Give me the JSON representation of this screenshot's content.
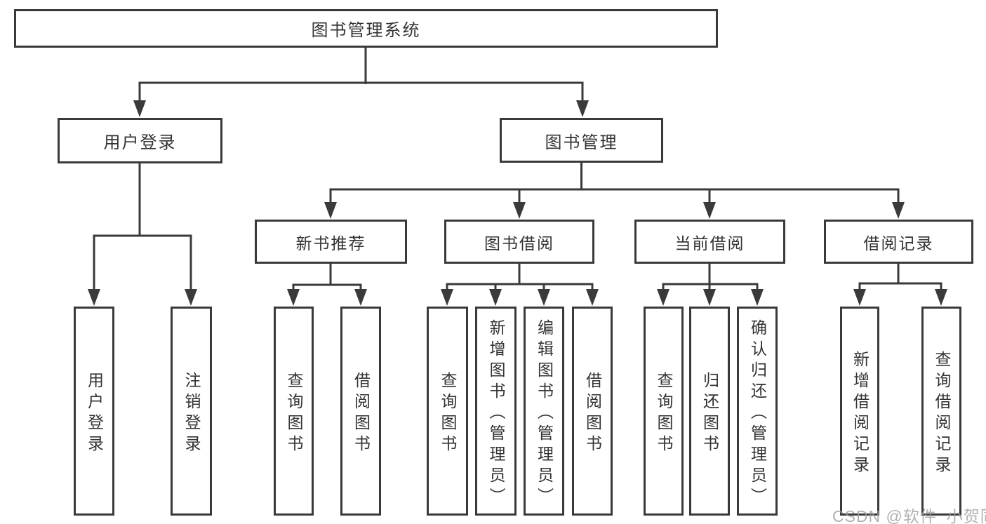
{
  "tree": {
    "label": "图书管理系统",
    "children": [
      {
        "label": "用户登录",
        "children": [
          {
            "label": "用户登录"
          },
          {
            "label": "注销登录"
          }
        ]
      },
      {
        "label": "图书管理",
        "children": [
          {
            "label": "新书推荐",
            "children": [
              {
                "label": "查询图书"
              },
              {
                "label": "借阅图书"
              }
            ]
          },
          {
            "label": "图书借阅",
            "children": [
              {
                "label": "查询图书"
              },
              {
                "label": "新增图书（管理员）"
              },
              {
                "label": "编辑图书（管理员）"
              },
              {
                "label": "借阅图书"
              }
            ]
          },
          {
            "label": "当前借阅",
            "children": [
              {
                "label": "查询图书"
              },
              {
                "label": "归还图书"
              },
              {
                "label": "确认归还（管理员）"
              }
            ]
          },
          {
            "label": "借阅记录",
            "children": [
              {
                "label": "新增借阅记录"
              },
              {
                "label": "查询借阅记录"
              }
            ]
          }
        ]
      }
    ]
  },
  "watermark": "CSDN @软件_小贺同学",
  "colors": {
    "line": "#3a3a3a",
    "text": "#333333",
    "box_background": "#ffffff",
    "watermark": "#9e9e9e"
  }
}
